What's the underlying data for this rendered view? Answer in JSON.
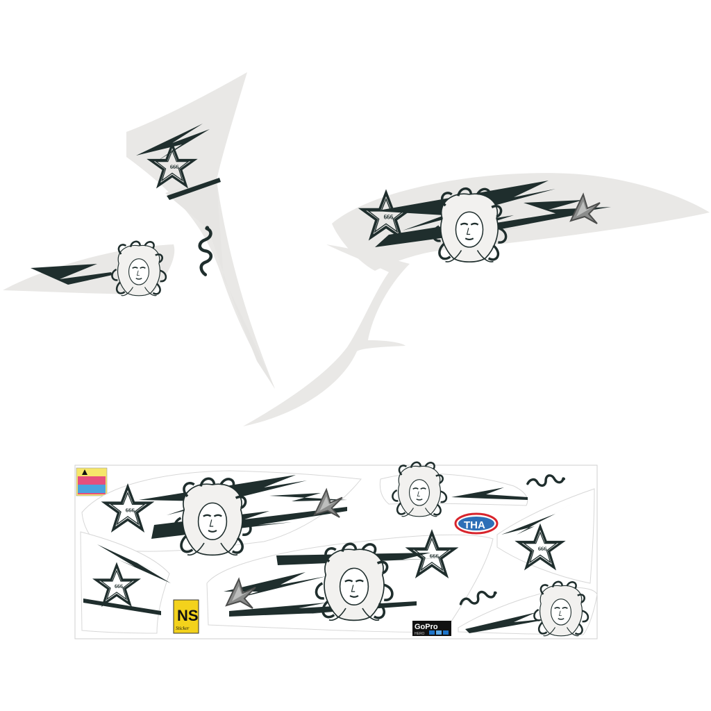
{
  "colors": {
    "background": "#ffffff",
    "panel_fill": "#e9e8e6",
    "sheet_fill": "#ffffff",
    "ink": "#1f2e2d",
    "ink_grey": "#6e6f6e",
    "tha_blue": "#2d6fb7",
    "tha_red": "#d8242c",
    "ns_yellow": "#f3d21c",
    "gopro_black": "#111111"
  },
  "stickers": {
    "tha": "THA",
    "ns": "NS",
    "ns_sub": "Sticker",
    "gopro": "GoPro",
    "gopro_sub": "HERO"
  },
  "icons": [
    "pentagram-666-icon",
    "medusa-face-icon",
    "snake-icon",
    "lightning-bolt-icon",
    "grey-star-badge-icon",
    "warning-label-icon"
  ]
}
